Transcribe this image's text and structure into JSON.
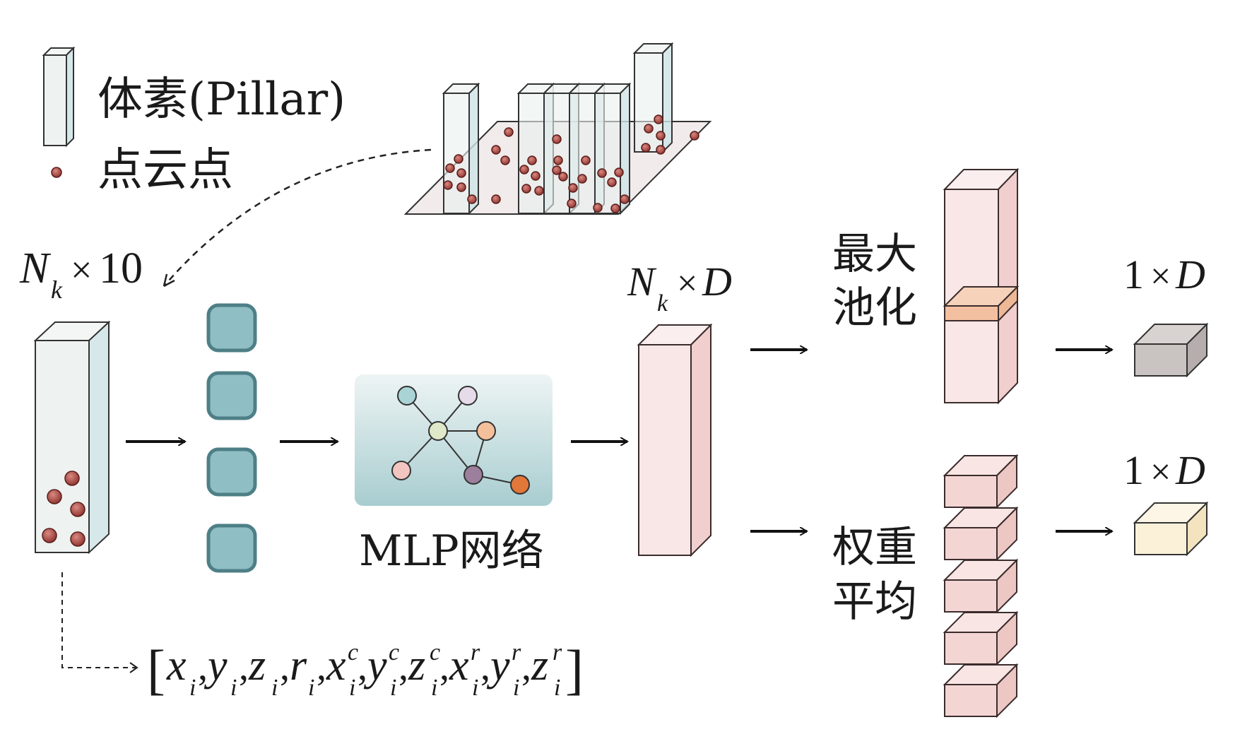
{
  "legend": {
    "pillar_label": "体素(Pillar)",
    "point_label": "点云点"
  },
  "input": {
    "dim_symbol": "N",
    "dim_sub": "k",
    "dim_times": "×",
    "dim_value": "10",
    "feature_vector": {
      "open": "[",
      "close": "]",
      "terms": [
        {
          "base": "x",
          "sub": "i",
          "sup": ""
        },
        {
          "base": "y",
          "sub": "i",
          "sup": ""
        },
        {
          "base": "z",
          "sub": "i",
          "sup": ""
        },
        {
          "base": "r",
          "sub": "i",
          "sup": ""
        },
        {
          "base": "x",
          "sub": "i",
          "sup": "c"
        },
        {
          "base": "y",
          "sub": "i",
          "sup": "c"
        },
        {
          "base": "z",
          "sub": "i",
          "sup": "c"
        },
        {
          "base": "x",
          "sub": "i",
          "sup": "r"
        },
        {
          "base": "y",
          "sub": "i",
          "sup": "r"
        },
        {
          "base": "z",
          "sub": "i",
          "sup": "r"
        }
      ]
    }
  },
  "mlp": {
    "label": "MLP网络",
    "node_colors": [
      "#a9d3d4",
      "#e6dbe8",
      "#dfe8c8",
      "#f4c09c",
      "#f2c5c0",
      "#9b7f9c",
      "#e2773a"
    ]
  },
  "features": {
    "dim_symbol": "N",
    "dim_sub": "k",
    "dim_times": "×",
    "dim_value": "D"
  },
  "branches": {
    "max_pool": {
      "line1": "最大",
      "line2": "池化",
      "out_one": "1",
      "out_times": "×",
      "out_d": "D"
    },
    "weighted_avg": {
      "line1": "权重",
      "line2": "平均",
      "out_one": "1",
      "out_times": "×",
      "out_d": "D"
    }
  },
  "colors": {
    "pillar_front": "#eef2f1",
    "pillar_side": "#d7e8ea",
    "point": "#9c3b36",
    "teal_fill": "#8fbec4",
    "teal_stroke": "#4e7f86",
    "pink_front": "#f9e7e7",
    "pink_side": "#f1cfcf",
    "highlight": "#f2c0a0",
    "gray_cube": "#c9c4c2",
    "cream_cube": "#fbf1d9"
  }
}
